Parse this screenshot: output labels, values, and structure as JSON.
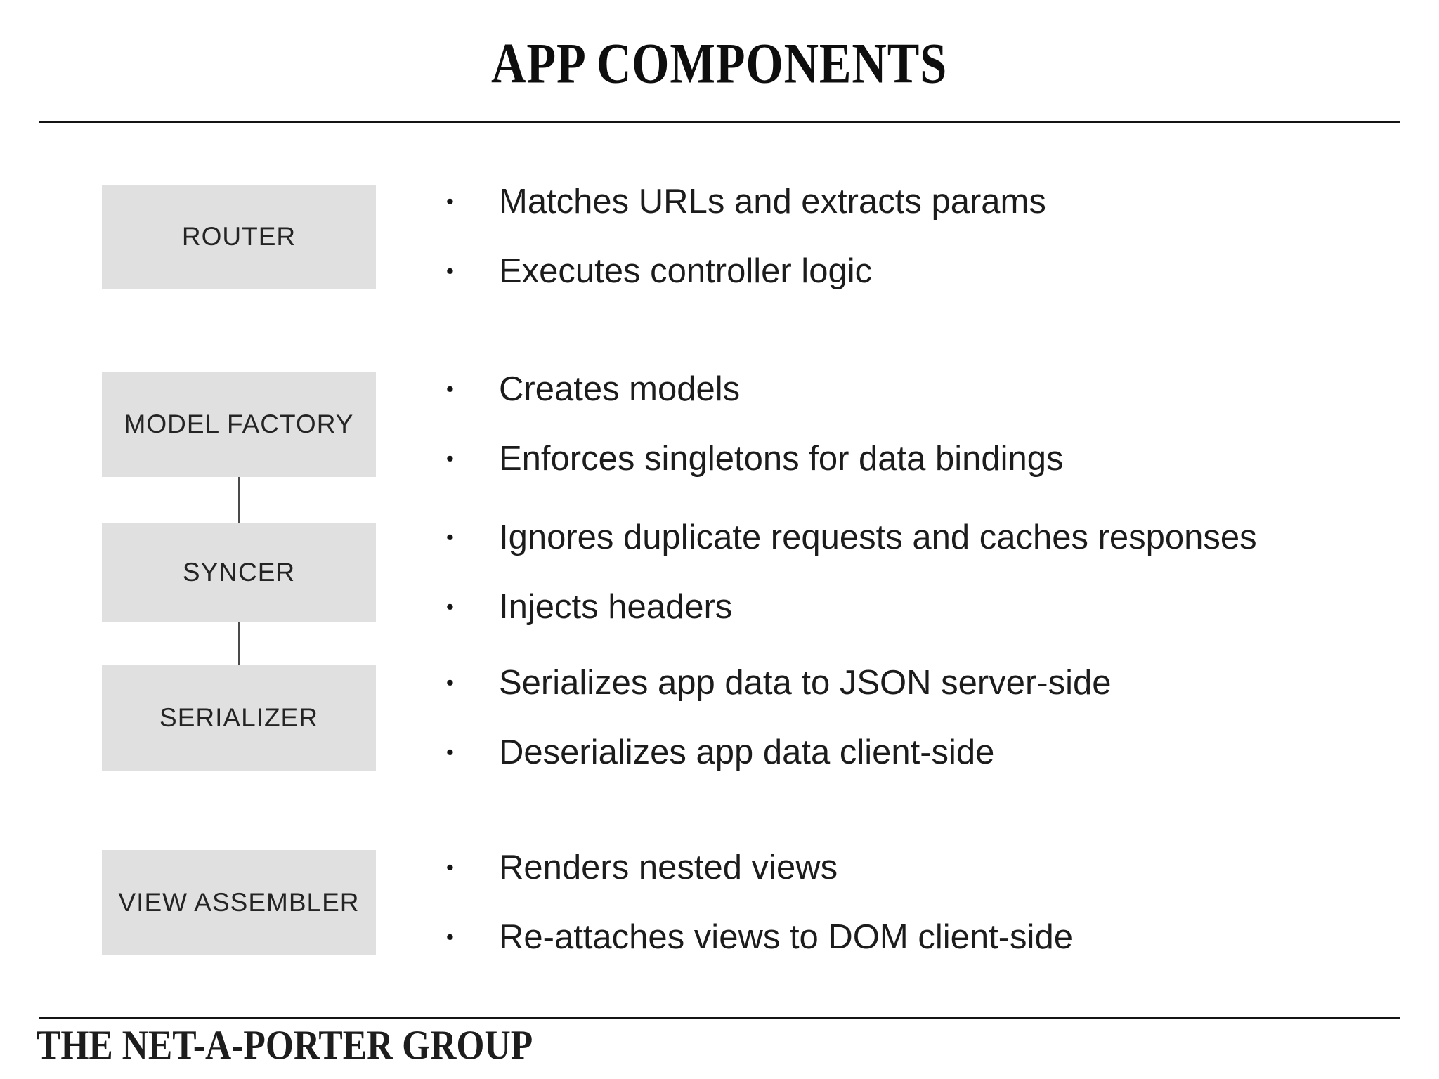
{
  "slide": {
    "title": "APP COMPONENTS",
    "footer_brand": "THE NET-A-PORTER GROUP"
  },
  "glyphs": {
    "bullet": "•"
  },
  "colors": {
    "background": "#ffffff",
    "box_fill": "#e0e0e0",
    "title_text": "#0e0e0e",
    "body_text": "#1c1c1c",
    "rule": "#141414",
    "connector": "#4a4a4a"
  },
  "components": [
    {
      "label": "ROUTER",
      "bullets": [
        "Matches URLs and extracts params",
        "Executes controller logic"
      ]
    },
    {
      "label": "MODEL FACTORY",
      "bullets": [
        "Creates models",
        "Enforces singletons for data bindings"
      ]
    },
    {
      "label": "SYNCER",
      "bullets": [
        "Ignores duplicate requests and caches responses",
        "Injects headers"
      ]
    },
    {
      "label": "SERIALIZER",
      "bullets": [
        "Serializes app data to JSON server-side",
        "Deserializes app data client-side"
      ]
    },
    {
      "label": "VIEW ASSEMBLER",
      "bullets": [
        "Renders nested views",
        "Re-attaches views to DOM client-side"
      ]
    }
  ]
}
